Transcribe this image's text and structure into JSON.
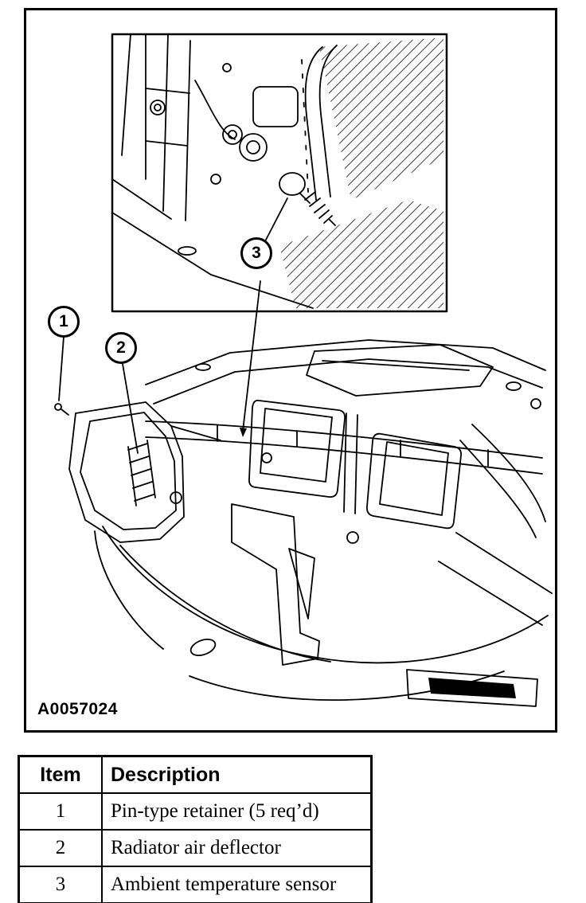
{
  "figure": {
    "id_label": "A0057024",
    "ink_color": "#000000",
    "callouts": [
      {
        "number": "1"
      },
      {
        "number": "2"
      },
      {
        "number": "3"
      }
    ]
  },
  "table": {
    "headers": {
      "item": "Item",
      "description": "Description"
    },
    "rows": [
      {
        "item": "1",
        "description": "Pin-type retainer (5 req’d)"
      },
      {
        "item": "2",
        "description": "Radiator air deflector"
      },
      {
        "item": "3",
        "description": "Ambient temperature sensor"
      }
    ]
  }
}
